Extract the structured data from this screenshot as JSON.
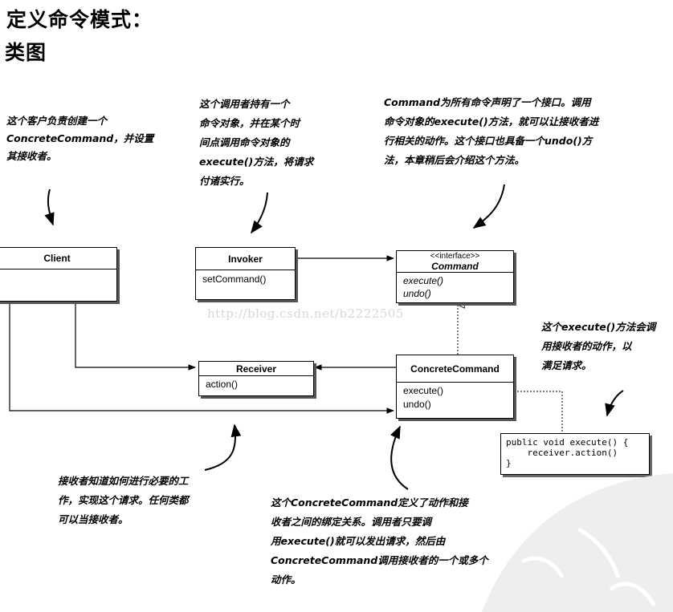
{
  "title_line1": "定义命令模式：",
  "title_line2": "类图",
  "notes": {
    "client": "这个客户负责创建一个\nConcreteCommand，并设置\n其接收者。",
    "invoker": "这个调用者持有一个\n命令对象，并在某个时\n间点调用命令对象的\nexecute()方法，将请求\n付诸实行。",
    "command": "Command为所有命令声明了一个接口。调用\n命令对象的execute()方法，就可以让接收者进\n行相关的动作。这个接口也具备一个undo()方\n法，本章稍后会介绍这个方法。",
    "execute": "这个execute()方法会调\n用接收者的动作，以\n满足请求。",
    "receiver": "接收者知道如何进行必要的工\n作，实现这个请求。任何类都\n可以当接收者。",
    "concrete": "这个ConcreteCommand定义了动作和接\n收者之间的绑定关系。调用者只要调\n用execute()就可以发出请求，然后由\nConcreteCommand调用接收者的一个或多个\n动作。"
  },
  "classes": {
    "client": {
      "name": "Client"
    },
    "invoker": {
      "name": "Invoker",
      "method": "setCommand()"
    },
    "command": {
      "stereotype": "<<interface>>",
      "name": "Command",
      "method1": "execute()",
      "method2": "undo()"
    },
    "receiver": {
      "name": "Receiver",
      "method": "action()"
    },
    "concrete": {
      "name": "ConcreteCommand",
      "method1": "execute()",
      "method2": "undo()"
    }
  },
  "code": {
    "line1": "public void execute() {",
    "line2": "    receiver.action()",
    "line3": "}"
  },
  "watermark": "http://blog.csdn.net/b2222505"
}
